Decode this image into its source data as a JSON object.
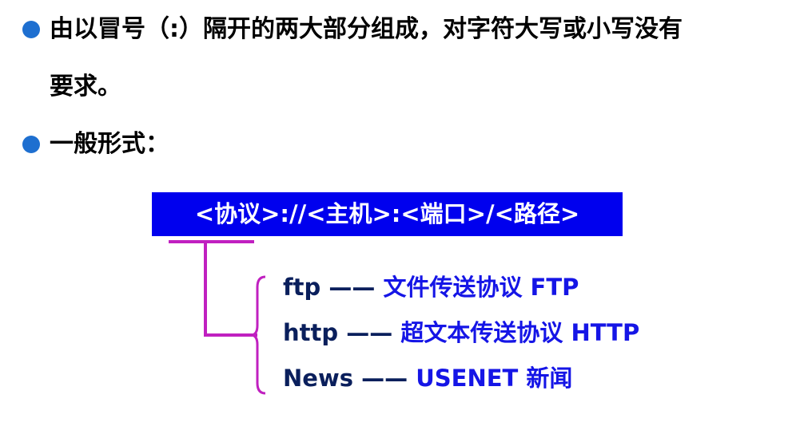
{
  "colors": {
    "bullet": "#1e6fd0",
    "box_background": "#0000ee",
    "connector": "#c020c0",
    "item_key": "#0a1f5c",
    "item_desc": "#1515e6"
  },
  "bullets": [
    {
      "text": "由以冒号（:）隔开的两大部分组成，对字符大写或小写没有",
      "continuation": "要求。"
    },
    {
      "text": "一般形式："
    }
  ],
  "format_box": {
    "text": "<协议>://<主机>:<端口>/<路径>"
  },
  "items": [
    {
      "key": "ftp",
      "sep": " —— ",
      "desc": "文件传送协议 FTP"
    },
    {
      "key": "http",
      "sep": " —— ",
      "desc": "超文本传送协议 HTTP"
    },
    {
      "key": "News",
      "sep": " —— ",
      "desc": "USENET 新闻"
    }
  ]
}
